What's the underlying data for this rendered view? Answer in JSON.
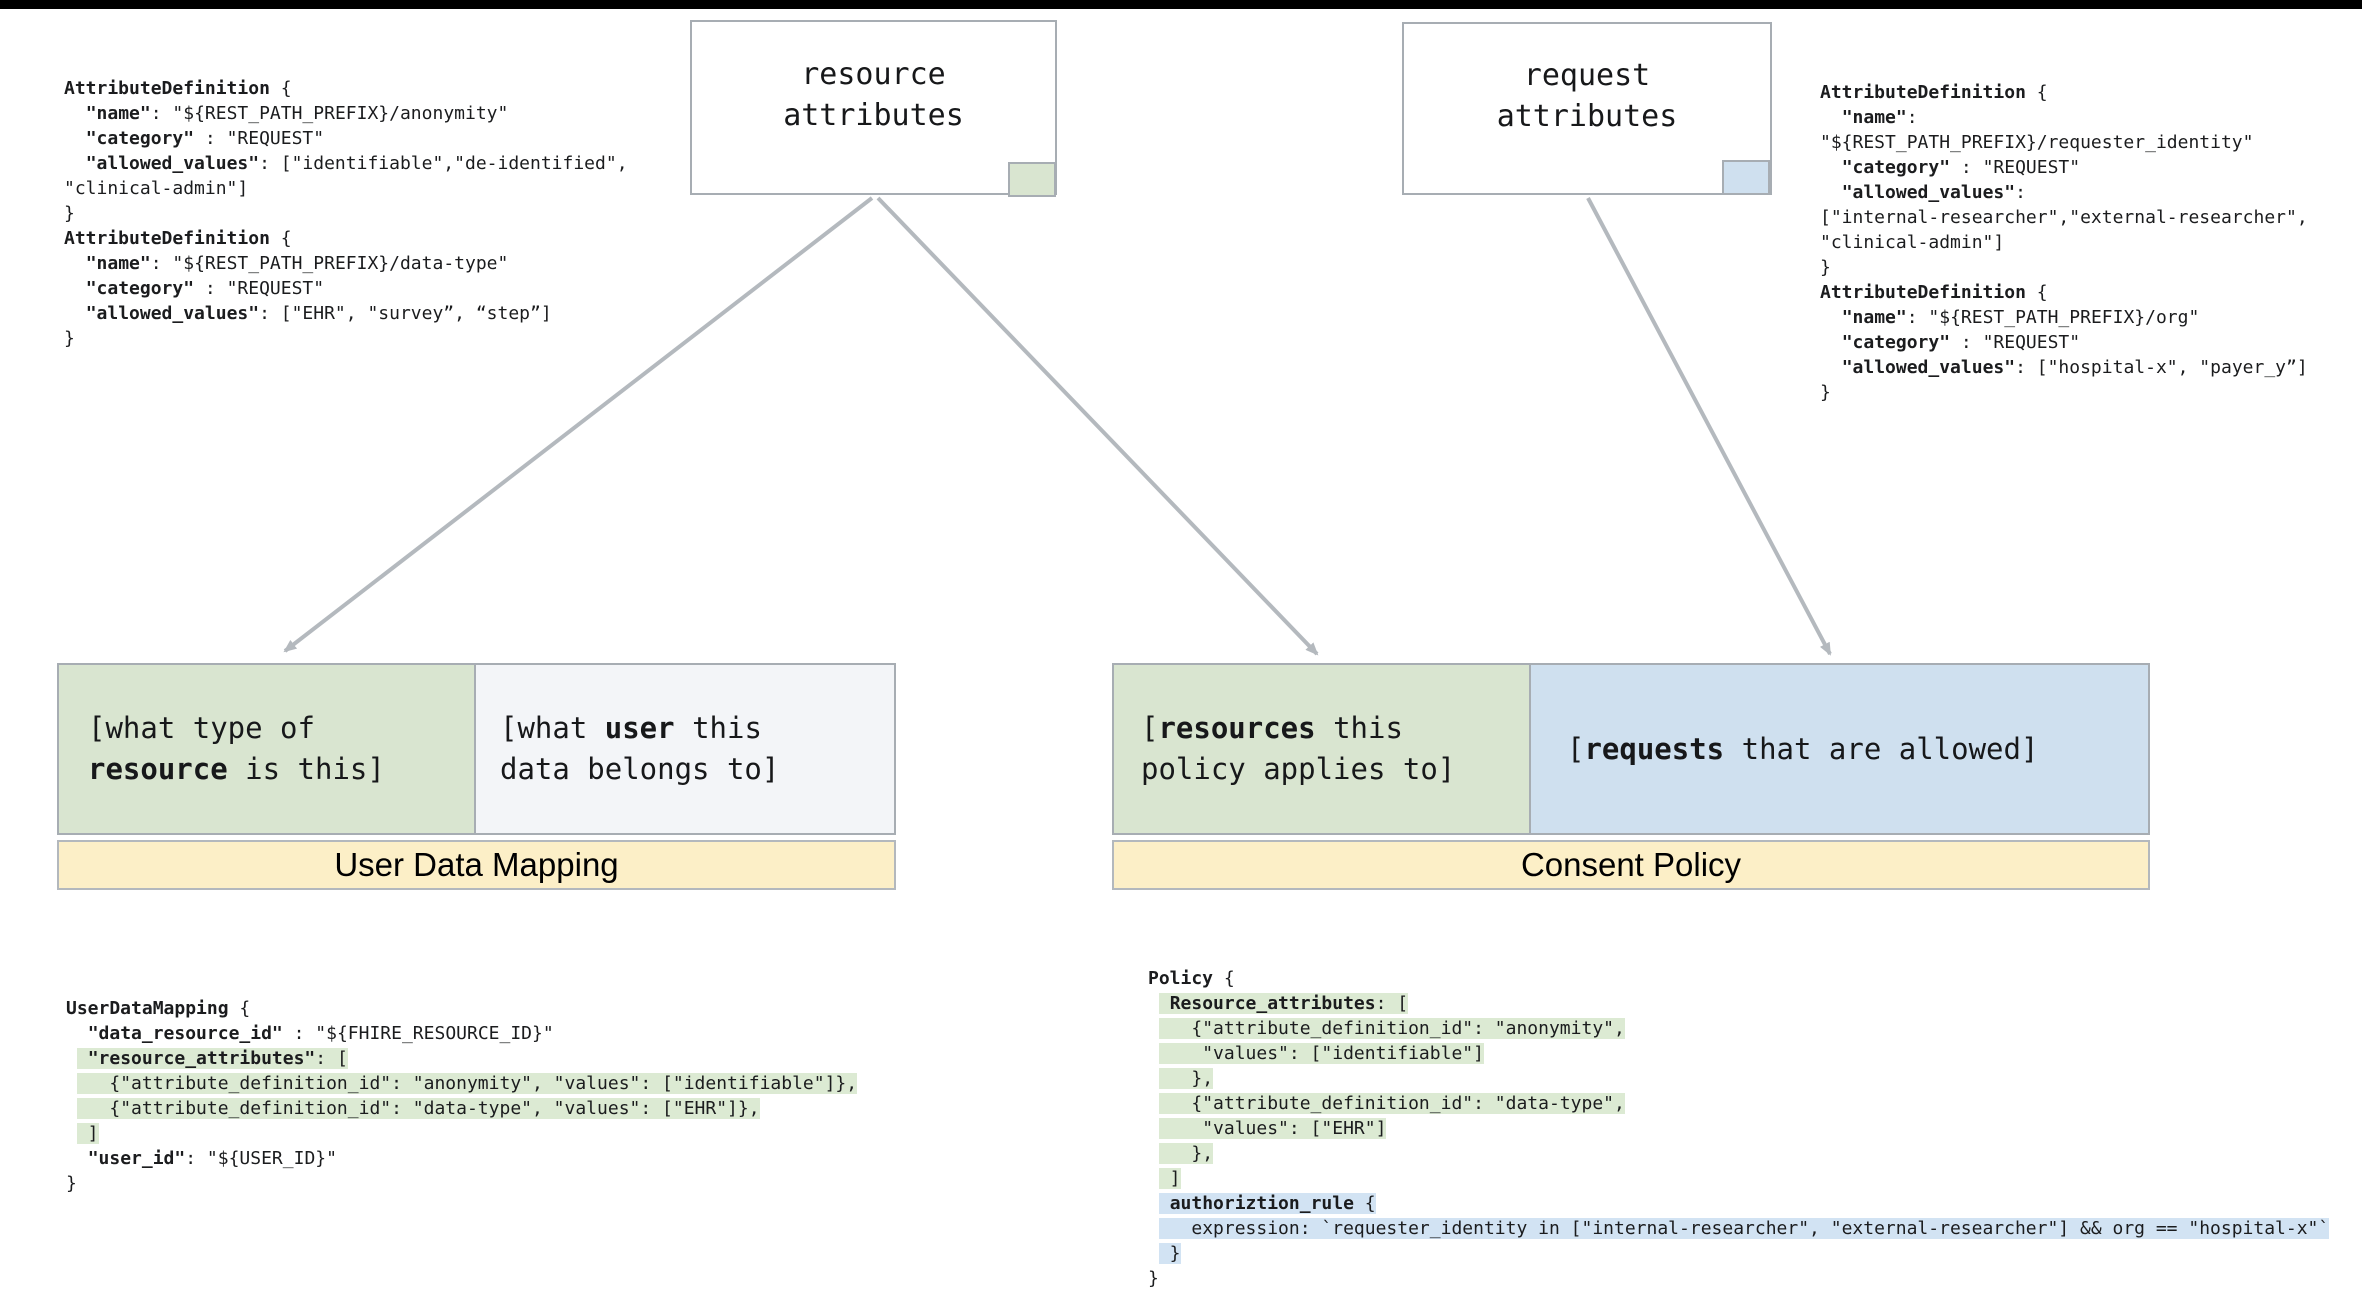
{
  "colors": {
    "green_fill": "#d9e5d0",
    "blue_fill": "#cfe0ef",
    "gray_fill": "#f3f5f8",
    "yellow_fill": "#fcefc7",
    "highlight_green": "#dcead3",
    "highlight_blue": "#d2e3f3",
    "border_gray": "#a7adb3",
    "arrow_gray": "#b4b9be",
    "top_bar": "#000000"
  },
  "nodes": {
    "resource_box": {
      "lines": [
        {
          "seg": [
            [
              "resource",
              ""
            ]
          ]
        },
        {
          "seg": [
            [
              "attributes",
              ""
            ]
          ]
        }
      ]
    },
    "request_box": {
      "lines": [
        {
          "seg": [
            [
              "request",
              ""
            ]
          ]
        },
        {
          "seg": [
            [
              "attributes",
              ""
            ]
          ]
        }
      ]
    }
  },
  "groups": {
    "user_data_mapping": {
      "bar_label": "User Data Mapping",
      "green_cell": {
        "lines": [
          {
            "seg": [
              [
                "[what type of",
                ""
              ]
            ]
          },
          {
            "seg": [
              [
                "resource",
                "b"
              ],
              [
                " is this]",
                ""
              ]
            ]
          }
        ]
      },
      "gray_cell": {
        "lines": [
          {
            "seg": [
              [
                "[what ",
                ""
              ],
              [
                "user",
                "b"
              ],
              [
                " this",
                ""
              ]
            ]
          },
          {
            "seg": [
              [
                "data belongs to]",
                ""
              ]
            ]
          }
        ]
      }
    },
    "consent_policy": {
      "bar_label": "Consent Policy",
      "green_cell": {
        "lines": [
          {
            "seg": [
              [
                "[",
                ""
              ],
              [
                "resources",
                "b"
              ],
              [
                " this",
                ""
              ]
            ]
          },
          {
            "seg": [
              [
                "policy applies to]",
                ""
              ]
            ]
          }
        ]
      },
      "blue_cell": {
        "lines": [
          {
            "seg": [
              [
                "[",
                ""
              ],
              [
                "requests",
                "b"
              ],
              [
                " that are allowed]",
                ""
              ]
            ]
          }
        ]
      }
    }
  },
  "code_blocks": {
    "attr_def_left": {
      "lines": [
        {
          "seg": [
            [
              "AttributeDefinition",
              "b"
            ],
            [
              " {",
              ""
            ]
          ]
        },
        {
          "seg": [
            [
              "  ",
              ""
            ],
            [
              "\"name\"",
              "b"
            ],
            [
              ": \"${REST_PATH_PREFIX}/anonymity\"",
              ""
            ]
          ]
        },
        {
          "seg": [
            [
              "  ",
              ""
            ],
            [
              "\"category\"",
              "b"
            ],
            [
              " : \"REQUEST\"",
              ""
            ]
          ]
        },
        {
          "seg": [
            [
              "  ",
              ""
            ],
            [
              "\"allowed_values\"",
              "b"
            ],
            [
              ": [\"identifiable\",\"de-identified\",",
              ""
            ]
          ]
        },
        {
          "seg": [
            [
              "\"clinical-admin\"]",
              ""
            ]
          ]
        },
        {
          "seg": [
            [
              "}",
              ""
            ]
          ]
        },
        {
          "seg": [
            [
              "AttributeDefinition",
              "b"
            ],
            [
              " {",
              ""
            ]
          ]
        },
        {
          "seg": [
            [
              "  ",
              ""
            ],
            [
              "\"name\"",
              "b"
            ],
            [
              ": \"${REST_PATH_PREFIX}/data-type\"",
              ""
            ]
          ]
        },
        {
          "seg": [
            [
              "  ",
              ""
            ],
            [
              "\"category\"",
              "b"
            ],
            [
              " : \"REQUEST\"",
              ""
            ]
          ]
        },
        {
          "seg": [
            [
              "  ",
              ""
            ],
            [
              "\"allowed_values\"",
              "b"
            ],
            [
              ": [\"EHR\", \"survey”, “step”]",
              ""
            ]
          ]
        },
        {
          "seg": [
            [
              "}",
              ""
            ]
          ]
        }
      ]
    },
    "attr_def_right": {
      "lines": [
        {
          "seg": [
            [
              "AttributeDefinition",
              "b"
            ],
            [
              " {",
              ""
            ]
          ]
        },
        {
          "seg": [
            [
              "  ",
              ""
            ],
            [
              "\"name\"",
              "b"
            ],
            [
              ":",
              ""
            ]
          ]
        },
        {
          "seg": [
            [
              "\"${REST_PATH_PREFIX}/requester_identity\"",
              ""
            ]
          ]
        },
        {
          "seg": [
            [
              "  ",
              ""
            ],
            [
              "\"category\"",
              "b"
            ],
            [
              " : \"REQUEST\"",
              ""
            ]
          ]
        },
        {
          "seg": [
            [
              "  ",
              ""
            ],
            [
              "\"allowed_values\"",
              "b"
            ],
            [
              ":",
              ""
            ]
          ]
        },
        {
          "seg": [
            [
              "[\"internal-researcher\",\"external-researcher\",",
              ""
            ]
          ]
        },
        {
          "seg": [
            [
              "\"clinical-admin\"]",
              ""
            ]
          ]
        },
        {
          "seg": [
            [
              "}",
              ""
            ]
          ]
        },
        {
          "seg": [
            [
              "AttributeDefinition",
              "b"
            ],
            [
              " {",
              ""
            ]
          ]
        },
        {
          "seg": [
            [
              "  ",
              ""
            ],
            [
              "\"name\"",
              "b"
            ],
            [
              ": \"${REST_PATH_PREFIX}/org\"",
              ""
            ]
          ]
        },
        {
          "seg": [
            [
              "  ",
              ""
            ],
            [
              "\"category\"",
              "b"
            ],
            [
              " : \"REQUEST\"",
              ""
            ]
          ]
        },
        {
          "seg": [
            [
              "  ",
              ""
            ],
            [
              "\"allowed_values\"",
              "b"
            ],
            [
              ": [\"hospital-x\", \"payer_y”]",
              ""
            ]
          ]
        },
        {
          "seg": [
            [
              "}",
              ""
            ]
          ]
        }
      ]
    },
    "user_data_mapping": {
      "lines": [
        {
          "seg": [
            [
              "UserDataMapping",
              "b"
            ],
            [
              " {",
              ""
            ]
          ]
        },
        {
          "seg": [
            [
              "  ",
              ""
            ],
            [
              "\"data_resource_id\"",
              "b"
            ],
            [
              " : \"${FHIRE_RESOURCE_ID}\"",
              ""
            ]
          ]
        },
        {
          "out": " ",
          "hl": "g",
          "seg": [
            [
              " ",
              ""
            ],
            [
              "\"resource_attributes\"",
              "b"
            ],
            [
              ": [",
              ""
            ]
          ]
        },
        {
          "out": " ",
          "hl": "g",
          "seg": [
            [
              "   {\"attribute_definition_id\": \"anonymity\", \"values\": [\"identifiable\"]},",
              ""
            ]
          ]
        },
        {
          "out": " ",
          "hl": "g",
          "seg": [
            [
              "   {\"attribute_definition_id\": \"data-type\", \"values\": [\"EHR\"]},",
              ""
            ]
          ]
        },
        {
          "out": " ",
          "hl": "g",
          "seg": [
            [
              " ]",
              ""
            ]
          ]
        },
        {
          "seg": [
            [
              "  ",
              ""
            ],
            [
              "\"user_id\"",
              "b"
            ],
            [
              ": \"${USER_ID}\"",
              ""
            ]
          ]
        },
        {
          "seg": [
            [
              "}",
              ""
            ]
          ]
        }
      ]
    },
    "policy": {
      "lines": [
        {
          "seg": [
            [
              "Policy",
              "b"
            ],
            [
              " {",
              ""
            ]
          ]
        },
        {
          "out": " ",
          "hl": "g",
          "seg": [
            [
              " ",
              ""
            ],
            [
              "Resource_attributes",
              "b"
            ],
            [
              ": [",
              ""
            ]
          ]
        },
        {
          "out": " ",
          "hl": "g",
          "seg": [
            [
              "   {\"attribute_definition_id\": \"anonymity\",",
              ""
            ]
          ]
        },
        {
          "out": " ",
          "hl": "g",
          "seg": [
            [
              "    \"values\": [\"identifiable\"]",
              ""
            ]
          ]
        },
        {
          "out": " ",
          "hl": "g",
          "seg": [
            [
              "   },",
              ""
            ]
          ]
        },
        {
          "out": " ",
          "hl": "g",
          "seg": [
            [
              "   {\"attribute_definition_id\": \"data-type\",",
              ""
            ]
          ]
        },
        {
          "out": " ",
          "hl": "g",
          "seg": [
            [
              "    \"values\": [\"EHR\"]",
              ""
            ]
          ]
        },
        {
          "out": " ",
          "hl": "g",
          "seg": [
            [
              "   },",
              ""
            ]
          ]
        },
        {
          "out": " ",
          "hl": "g",
          "seg": [
            [
              " ]",
              ""
            ]
          ]
        },
        {
          "out": " ",
          "hl": "b",
          "seg": [
            [
              " ",
              ""
            ],
            [
              "authoriztion_rule",
              "b"
            ],
            [
              " {",
              ""
            ]
          ]
        },
        {
          "out": " ",
          "hl": "b",
          "seg": [
            [
              "   expression: `requester_identity in [\"internal-researcher\", \"external-researcher\"] && org == \"hospital-x\"`",
              ""
            ]
          ]
        },
        {
          "out": " ",
          "hl": "b",
          "seg": [
            [
              " }",
              ""
            ]
          ]
        },
        {
          "seg": [
            [
              "}",
              ""
            ]
          ]
        }
      ]
    }
  }
}
